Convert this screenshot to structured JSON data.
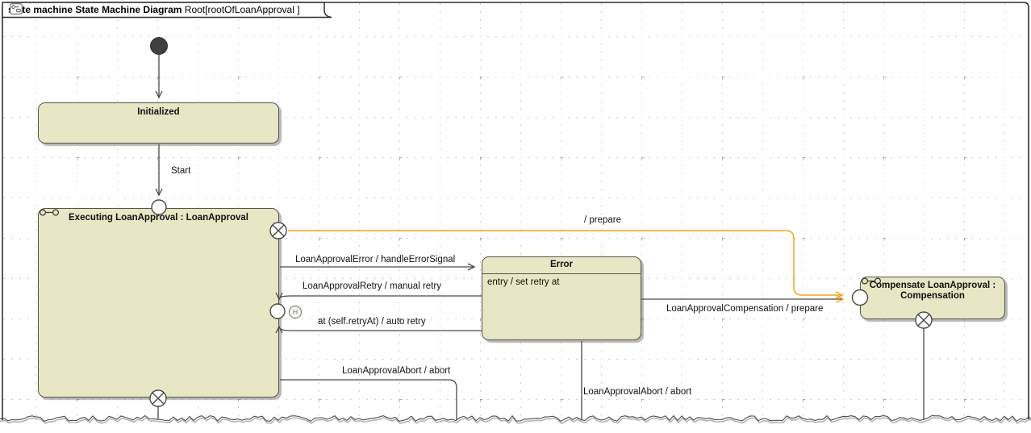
{
  "diagram_tab": {
    "kind": "state machine",
    "name": "State Machine Diagram",
    "context": "Root[",
    "ref": "rootOfLoanApproval ]",
    "icon": "state-machine-diagram-icon"
  },
  "states": {
    "initialized": {
      "name": "Initialized"
    },
    "executing": {
      "name": "Executing LoanApproval : LoanApproval",
      "decoration": "submachine-icon"
    },
    "error": {
      "name": "Error",
      "entry_action": "entry / set retry at"
    },
    "compensate": {
      "name": "Compensate LoanApproval : Compensation",
      "decoration": "submachine-icon"
    }
  },
  "transitions": {
    "start": "Start",
    "prepare": "/ prepare",
    "error_signal": "LoanApprovalError / handleErrorSignal",
    "manual_retry": "LoanApprovalRetry / manual retry",
    "auto_retry": "at (self.retryAt) / auto retry",
    "compensation": "LoanApprovalCompensation / prepare",
    "abort_from_executing": "LoanApprovalAbort / abort",
    "abort_from_error": "LoanApprovalAbort / abort"
  },
  "pseudostates": {
    "history_label": "H",
    "initial": "filled-circle-icon",
    "entry_point": "small-circle-icon",
    "exit_point": "circle-with-x-icon",
    "shallow_history": "circle-with-h-icon"
  },
  "colors": {
    "state_fill": "#e7e7c5",
    "state_border": "#54544a",
    "transition_line": "#4a4a43",
    "highlight_orange": "#f5a31d",
    "grid_dot": "#999999",
    "background": "#ffffff"
  }
}
